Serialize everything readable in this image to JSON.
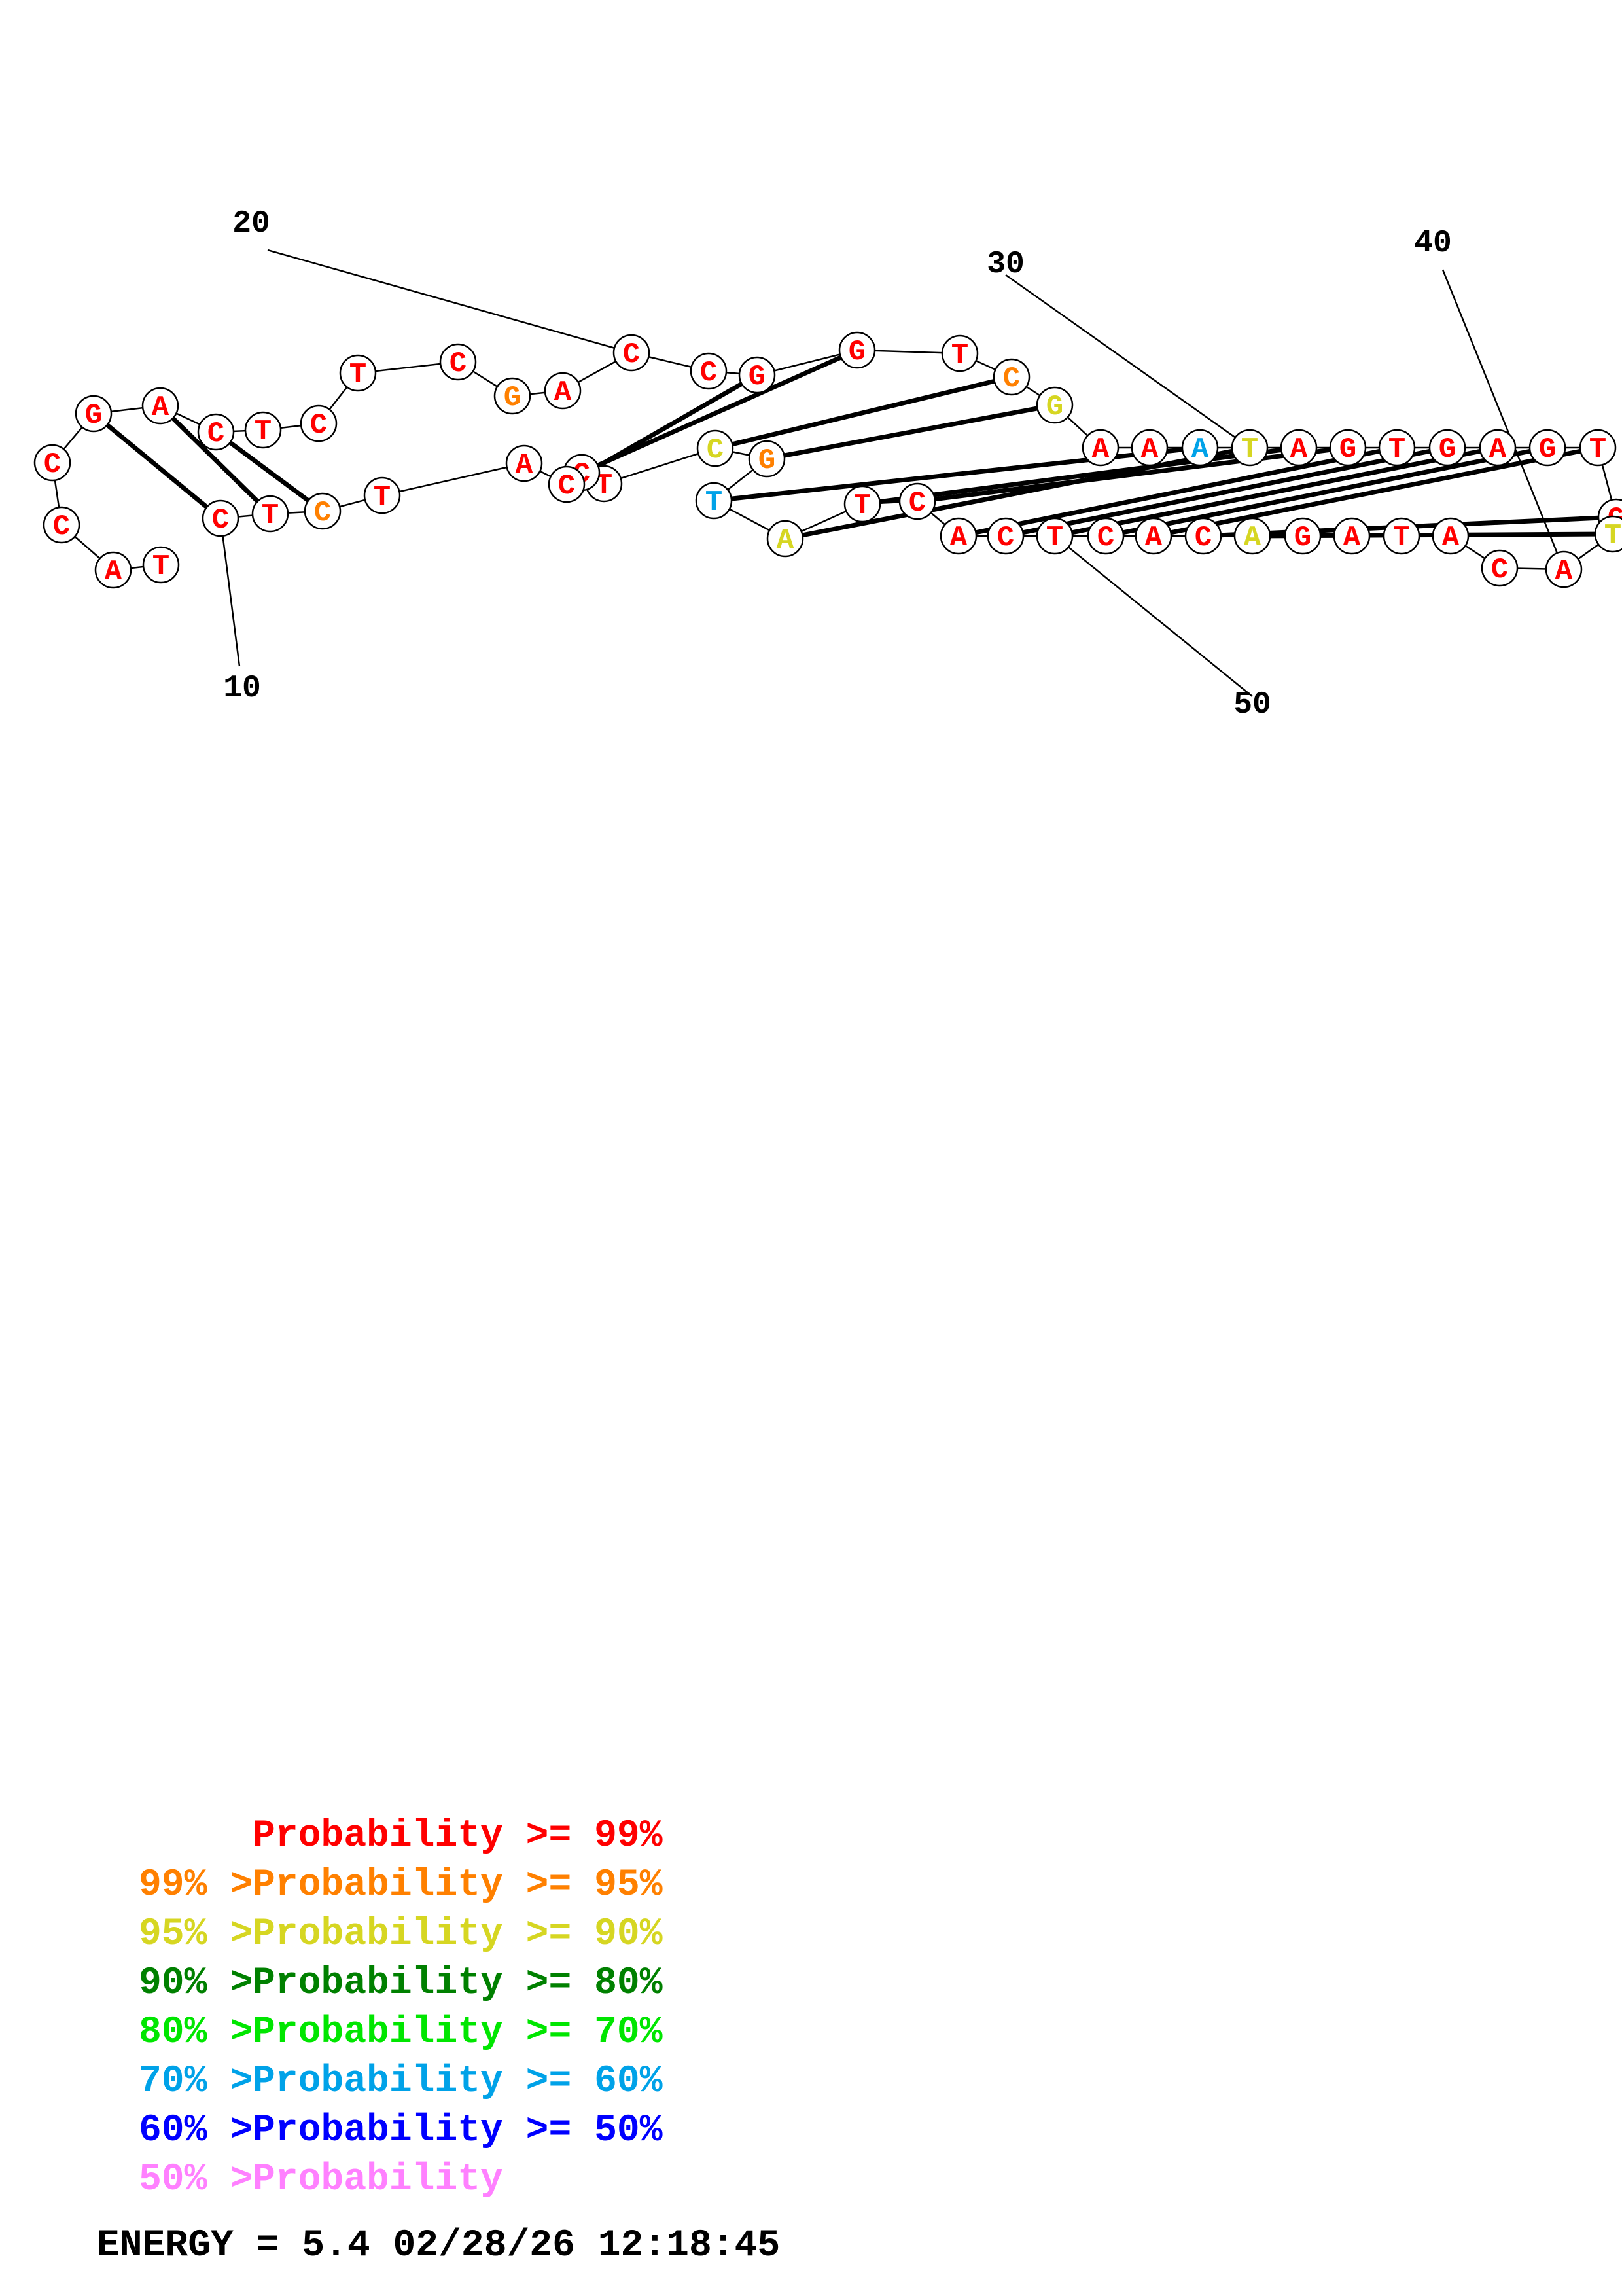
{
  "colors": {
    "p99": "#ff0000",
    "p95": "#ff8000",
    "p90": "#d6d622",
    "p80": "#008000",
    "p70": "#00e600",
    "p60": "#00a2e8",
    "p50": "#0000ff",
    "plow": "#ff80ff"
  },
  "nucleotides": [
    {
      "base": "T",
      "prob": "p99"
    },
    {
      "base": "A",
      "prob": "p99"
    },
    {
      "base": "C",
      "prob": "p99"
    },
    {
      "base": "C",
      "prob": "p99"
    },
    {
      "base": "G",
      "prob": "p99"
    },
    {
      "base": "A",
      "prob": "p99"
    },
    {
      "base": "C",
      "prob": "p99"
    },
    {
      "base": "T",
      "prob": "p99"
    },
    {
      "base": "C",
      "prob": "p99"
    },
    {
      "base": "T",
      "prob": "p99"
    },
    {
      "base": "C",
      "prob": "p99"
    },
    {
      "base": "G",
      "prob": "p95"
    },
    {
      "base": "A",
      "prob": "p99"
    },
    {
      "base": "C",
      "prob": "p99"
    },
    {
      "base": "C",
      "prob": "p99"
    },
    {
      "base": "G",
      "prob": "p99"
    },
    {
      "base": "G",
      "prob": "p99"
    },
    {
      "base": "T",
      "prob": "p99"
    },
    {
      "base": "C",
      "prob": "p95"
    },
    {
      "base": "G",
      "prob": "p90"
    },
    {
      "base": "A",
      "prob": "p99"
    },
    {
      "base": "A",
      "prob": "p99"
    },
    {
      "base": "A",
      "prob": "p60"
    },
    {
      "base": "T",
      "prob": "p90"
    },
    {
      "base": "A",
      "prob": "p99"
    },
    {
      "base": "G",
      "prob": "p99"
    },
    {
      "base": "T",
      "prob": "p99"
    },
    {
      "base": "G",
      "prob": "p99"
    },
    {
      "base": "A",
      "prob": "p99"
    },
    {
      "base": "G",
      "prob": "p99"
    },
    {
      "base": "T",
      "prob": "p99"
    },
    {
      "base": "G",
      "prob": "p99"
    },
    {
      "base": "T",
      "prob": "p90"
    },
    {
      "base": "A",
      "prob": "p99"
    },
    {
      "base": "C",
      "prob": "p99"
    },
    {
      "base": "A",
      "prob": "p99"
    },
    {
      "base": "T",
      "prob": "p99"
    },
    {
      "base": "A",
      "prob": "p99"
    },
    {
      "base": "G",
      "prob": "p99"
    },
    {
      "base": "A",
      "prob": "p90"
    },
    {
      "base": "C",
      "prob": "p99"
    },
    {
      "base": "A",
      "prob": "p99"
    },
    {
      "base": "C",
      "prob": "p99"
    },
    {
      "base": "T",
      "prob": "p99"
    },
    {
      "base": "C",
      "prob": "p99"
    },
    {
      "base": "A",
      "prob": "p99"
    },
    {
      "base": "C",
      "prob": "p99"
    },
    {
      "base": "T",
      "prob": "p99"
    },
    {
      "base": "A",
      "prob": "p90"
    },
    {
      "base": "T",
      "prob": "p60"
    },
    {
      "base": "G",
      "prob": "p95"
    },
    {
      "base": "C",
      "prob": "p90"
    },
    {
      "base": "T",
      "prob": "p99"
    },
    {
      "base": "C",
      "prob": "p99"
    },
    {
      "base": "C",
      "prob": "p99"
    },
    {
      "base": "A",
      "prob": "p99"
    },
    {
      "base": "T",
      "prob": "p99"
    },
    {
      "base": "C",
      "prob": "p95"
    },
    {
      "base": "T",
      "prob": "p99"
    },
    {
      "base": "C",
      "prob": "p99"
    }
  ],
  "pairs": [
    [
      5,
      60
    ],
    [
      6,
      59
    ],
    [
      7,
      58
    ],
    [
      16,
      55
    ],
    [
      17,
      54
    ],
    [
      19,
      52
    ],
    [
      20,
      51
    ],
    [
      23,
      50
    ],
    [
      24,
      49
    ],
    [
      25,
      48
    ],
    [
      26,
      47
    ],
    [
      27,
      46
    ],
    [
      28,
      45
    ],
    [
      29,
      44
    ],
    [
      30,
      43
    ],
    [
      31,
      42
    ],
    [
      32,
      41
    ],
    [
      33,
      40
    ]
  ],
  "tick_labels": [
    {
      "index": 60,
      "label": "10"
    },
    {
      "index": 14,
      "label": "20"
    },
    {
      "index": 24,
      "label": "30"
    },
    {
      "index": 34,
      "label": "40"
    },
    {
      "index": 44,
      "label": "50"
    }
  ],
  "legend": [
    {
      "prefix": "",
      "text": "Probability >= 99%",
      "color": "p99"
    },
    {
      "prefix": "99% > ",
      "text": "Probability >= 95%",
      "color": "p95"
    },
    {
      "prefix": "95% > ",
      "text": "Probability >= 90%",
      "color": "p90"
    },
    {
      "prefix": "90% > ",
      "text": "Probability >= 80%",
      "color": "p80"
    },
    {
      "prefix": "80% > ",
      "text": "Probability >= 70%",
      "color": "p70"
    },
    {
      "prefix": "70% > ",
      "text": "Probability >= 60%",
      "color": "p60"
    },
    {
      "prefix": "60% > ",
      "text": "Probability >= 50%",
      "color": "p50"
    },
    {
      "prefix": "50% > ",
      "text": "Probability",
      "color": "plow"
    }
  ],
  "energy_label": "ENERGY = 5.4  02/28/26 12:18:45"
}
